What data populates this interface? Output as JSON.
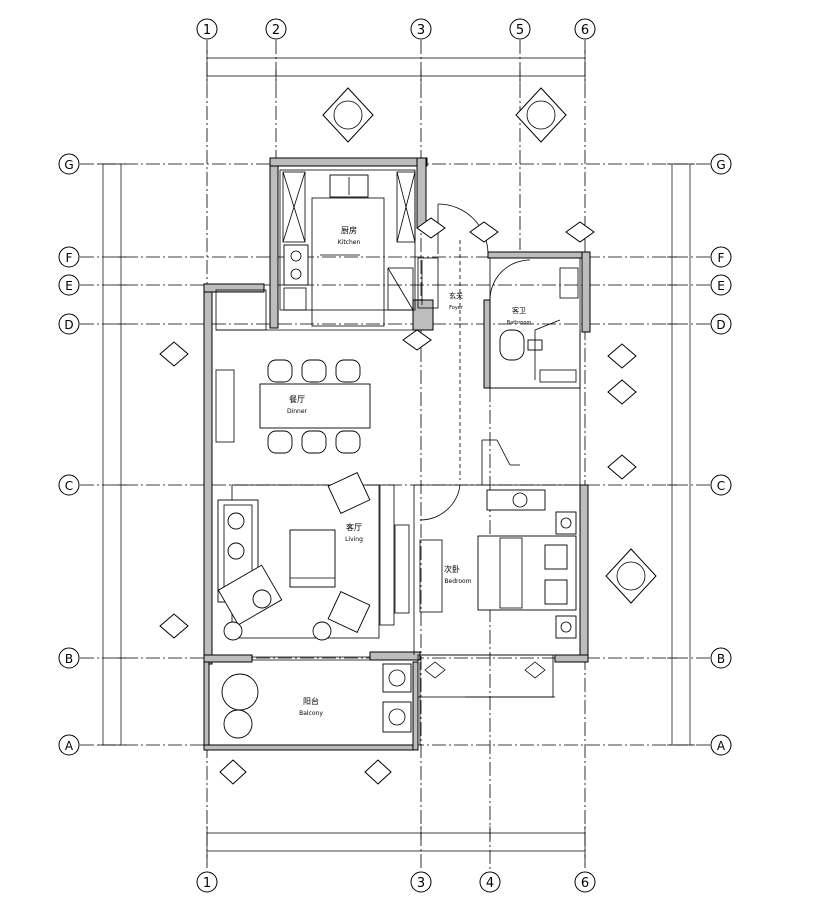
{
  "axes": {
    "top": [
      "1",
      "2",
      "3",
      "5",
      "6"
    ],
    "bottom": [
      "1",
      "3",
      "4",
      "6"
    ],
    "left": [
      "G",
      "F",
      "E",
      "D",
      "C",
      "B",
      "A"
    ],
    "right": [
      "G",
      "F",
      "E",
      "D",
      "C",
      "B",
      "A"
    ]
  },
  "rooms": {
    "kitchen": {
      "cn": "厨房",
      "en": "Kitchen"
    },
    "dining": {
      "cn": "餐厅",
      "en": "Dinner"
    },
    "living": {
      "cn": "客厅",
      "en": "Living"
    },
    "bedroom": {
      "cn": "次卧",
      "en": "Bedroom"
    },
    "bathroom": {
      "cn": "客卫",
      "en": "Bathroom"
    },
    "foyer": {
      "cn": "玄关",
      "en": "Foyer"
    },
    "balcony": {
      "cn": "阳台",
      "en": "Balcony"
    }
  },
  "colors": {
    "line": "#000000",
    "wall_fill": "#bdbdbd",
    "background": "#ffffff"
  }
}
